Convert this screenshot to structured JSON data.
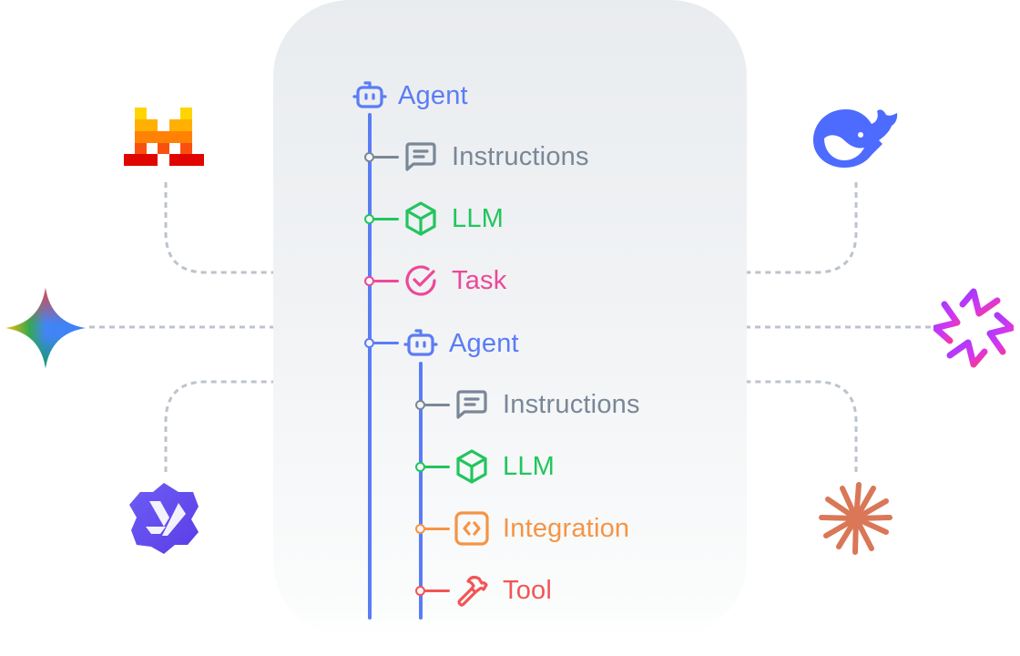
{
  "colors": {
    "agent": "#5b7cf5",
    "instructions": "#7a8797",
    "llm": "#22c55e",
    "task": "#ec4899",
    "integration": "#f59445",
    "tool": "#f25555",
    "dashed_line": "#bcc3cc",
    "panel_top": "#e9ecef",
    "panel_bottom": "#ffffff"
  },
  "tree": {
    "root": {
      "label": "Agent",
      "icon": "robot-icon",
      "type": "agent"
    },
    "children": [
      {
        "label": "Instructions",
        "icon": "message-icon",
        "type": "instructions"
      },
      {
        "label": "LLM",
        "icon": "cube-icon",
        "type": "llm"
      },
      {
        "label": "Task",
        "icon": "check-circle-icon",
        "type": "task"
      },
      {
        "label": "Agent",
        "icon": "robot-icon",
        "type": "agent",
        "children": [
          {
            "label": "Instructions",
            "icon": "message-icon",
            "type": "instructions"
          },
          {
            "label": "LLM",
            "icon": "cube-icon",
            "type": "llm"
          },
          {
            "label": "Integration",
            "icon": "code-brackets-icon",
            "type": "integration"
          },
          {
            "label": "Tool",
            "icon": "hammer-icon",
            "type": "tool"
          }
        ]
      }
    ]
  },
  "providers": {
    "left": [
      {
        "name": "Mistral",
        "icon": "mistral-logo-icon"
      },
      {
        "name": "Gemini",
        "icon": "gemini-logo-icon"
      },
      {
        "name": "Qwen",
        "icon": "qwen-logo-icon"
      }
    ],
    "right": [
      {
        "name": "DeepSeek",
        "icon": "deepseek-logo-icon"
      },
      {
        "name": "Perplexity-style",
        "icon": "magenta-star-logo-icon"
      },
      {
        "name": "Claude",
        "icon": "claude-logo-icon"
      }
    ]
  }
}
